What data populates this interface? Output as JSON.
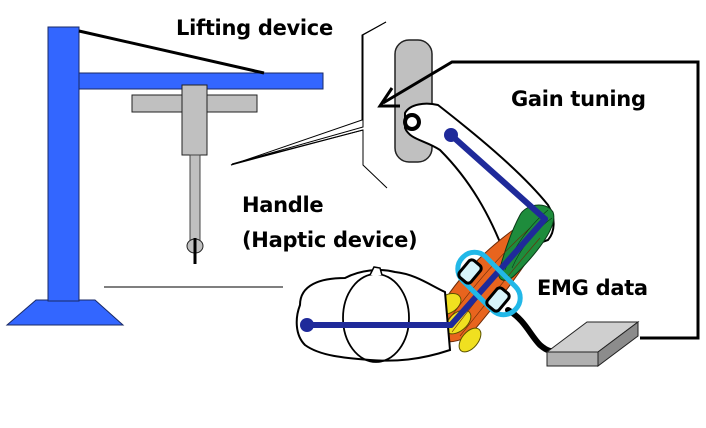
{
  "diagram": {
    "labels": {
      "lifting_device": "Lifting device",
      "gain_tuning": "Gain tuning",
      "handle_line1": "Handle",
      "handle_line2": "(Haptic device)",
      "emg_data": "EMG data"
    },
    "components": [
      {
        "id": "lifting-device",
        "name": "Lifting device",
        "color": "#3366ff"
      },
      {
        "id": "handle",
        "name": "Handle (Haptic device)",
        "color": "#c0c0c0"
      },
      {
        "id": "arm-model",
        "name": "Human arm with muscles",
        "bone_color": "#1f2a9a"
      },
      {
        "id": "emg-sensors",
        "name": "EMG electrodes",
        "color": "#22b8e8"
      },
      {
        "id": "emg-amplifier",
        "name": "EMG amplifier box",
        "color": "#bfbfbf"
      }
    ],
    "flows": [
      {
        "from": "emg-amplifier",
        "to": "handle",
        "label": "Gain tuning"
      },
      {
        "from": "emg-sensors",
        "to": "emg-amplifier",
        "label": "EMG data"
      }
    ],
    "colors": {
      "device_blue": "#3366ff",
      "gray": "#c0c0c0",
      "bone": "#1f2a9a",
      "muscle_orange": "#e8641e",
      "muscle_green": "#1e8c3c",
      "muscle_yellow": "#f0e020",
      "electrode_ring": "#22b8e8",
      "electrode_pad": "#d8f4fa"
    }
  }
}
